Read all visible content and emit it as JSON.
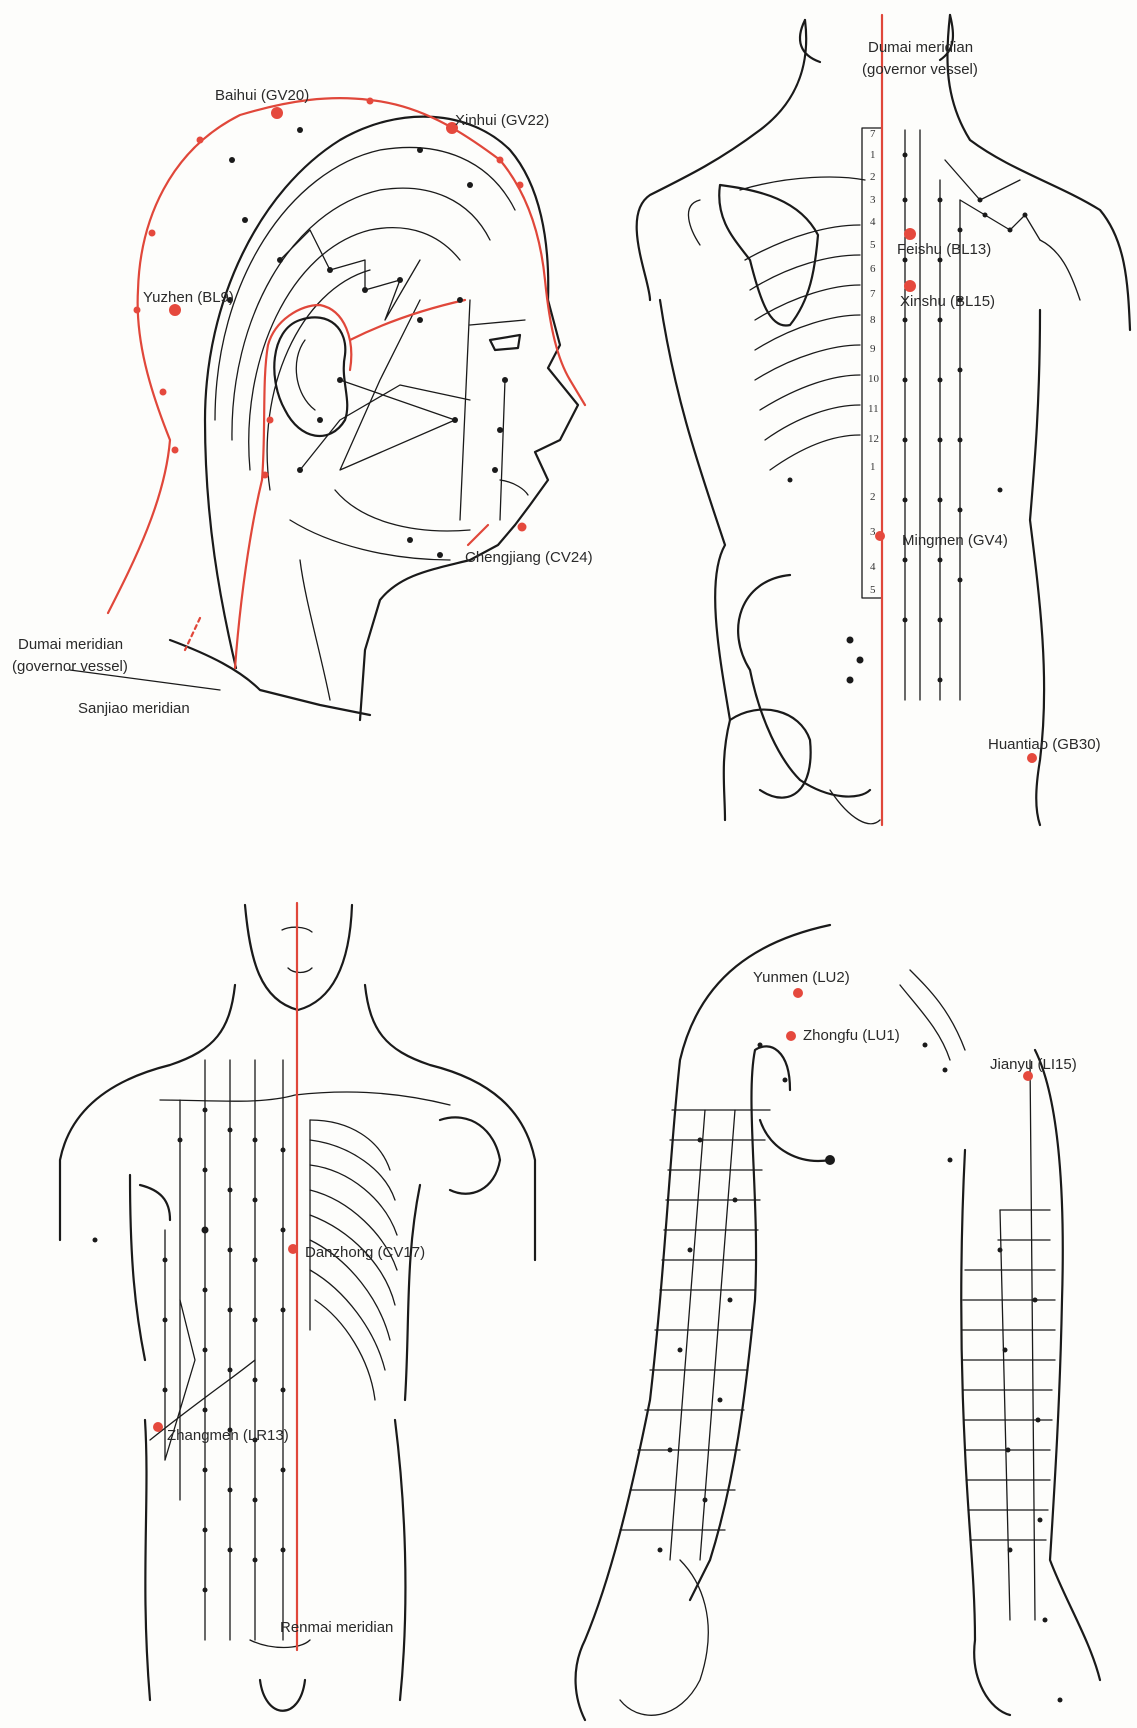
{
  "colors": {
    "meridian": "#e0473a",
    "point": "#e5493d",
    "ink": "#1a1a1a",
    "background": "#fdfdfb"
  },
  "head": {
    "baihui": "Baihui (GV20)",
    "xinhui": "Xinhui (GV22)",
    "yuzhen": "Yuzhen (BL9)",
    "chengjiang": "Chengjiang (CV24)",
    "dumai_line1": "Dumai meridian",
    "dumai_line2": "(governor vessel)",
    "sanjiao": "Sanjiao meridian"
  },
  "back": {
    "dumai_line1": "Dumai meridian",
    "dumai_line2": "(governor vessel)",
    "feishu": "Feishu (BL13)",
    "xinshu": "Xinshu (BL15)",
    "mingmen": "Mingmen (GV4)",
    "huantiao": "Huantiao (GB30)",
    "vertebra_numbers": [
      "7",
      "1",
      "2",
      "3",
      "4",
      "5",
      "6",
      "7",
      "8",
      "9",
      "10",
      "11",
      "12",
      "1",
      "2",
      "3",
      "4",
      "5"
    ]
  },
  "front": {
    "danzhong": "Danzhong (CV17)",
    "zhangmen": "Zhangmen (LR13)",
    "renmai": "Renmai meridian"
  },
  "arms": {
    "yunmen": "Yunmen (LU2)",
    "zhongfu": "Zhongfu (LU1)",
    "jianyu": "Jianyu (LI15)"
  }
}
